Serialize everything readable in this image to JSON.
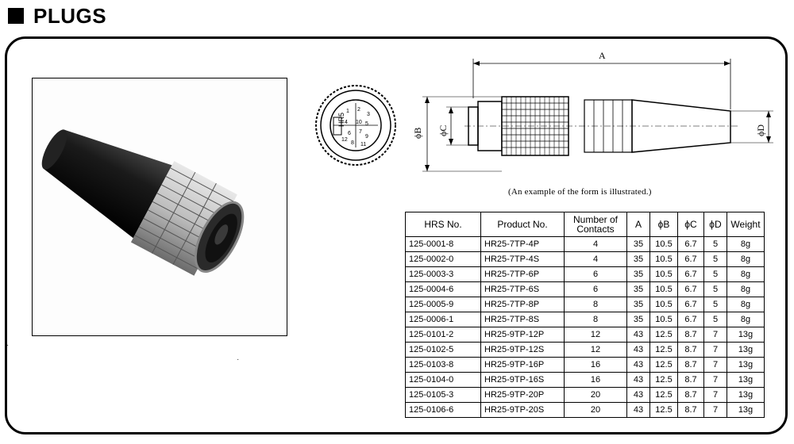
{
  "header": {
    "title": "PLUGS"
  },
  "drawing": {
    "label_a": "A",
    "label_b": "ϕB",
    "label_c": "ϕC",
    "label_d": "ϕD",
    "face_text": "HR5",
    "face_numbers": [
      "1",
      "2",
      "3",
      "4",
      "5",
      "6",
      "7",
      "8",
      "9",
      "10",
      "11",
      "12"
    ]
  },
  "caption": "(An example of the form is illustrated.)",
  "table": {
    "headers": [
      "HRS No.",
      "Product No.",
      "Number of Contacts",
      "A",
      "ϕB",
      "ϕC",
      "ϕD",
      "Weight"
    ],
    "rows": [
      [
        "125-0001-8",
        "HR25-7TP-4P",
        "4",
        "35",
        "10.5",
        "6.7",
        "5",
        "8g"
      ],
      [
        "125-0002-0",
        "HR25-7TP-4S",
        "4",
        "35",
        "10.5",
        "6.7",
        "5",
        "8g"
      ],
      [
        "125-0003-3",
        "HR25-7TP-6P",
        "6",
        "35",
        "10.5",
        "6.7",
        "5",
        "8g"
      ],
      [
        "125-0004-6",
        "HR25-7TP-6S",
        "6",
        "35",
        "10.5",
        "6.7",
        "5",
        "8g"
      ],
      [
        "125-0005-9",
        "HR25-7TP-8P",
        "8",
        "35",
        "10.5",
        "6.7",
        "5",
        "8g"
      ],
      [
        "125-0006-1",
        "HR25-7TP-8S",
        "8",
        "35",
        "10.5",
        "6.7",
        "5",
        "8g"
      ],
      [
        "125-0101-2",
        "HR25-9TP-12P",
        "12",
        "43",
        "12.5",
        "8.7",
        "7",
        "13g"
      ],
      [
        "125-0102-5",
        "HR25-9TP-12S",
        "12",
        "43",
        "12.5",
        "8.7",
        "7",
        "13g"
      ],
      [
        "125-0103-8",
        "HR25-9TP-16P",
        "16",
        "43",
        "12.5",
        "8.7",
        "7",
        "13g"
      ],
      [
        "125-0104-0",
        "HR25-9TP-16S",
        "16",
        "43",
        "12.5",
        "8.7",
        "7",
        "13g"
      ],
      [
        "125-0105-3",
        "HR25-9TP-20P",
        "20",
        "43",
        "12.5",
        "8.7",
        "7",
        "13g"
      ],
      [
        "125-0106-6",
        "HR25-9TP-20S",
        "20",
        "43",
        "12.5",
        "8.7",
        "7",
        "13g"
      ]
    ]
  }
}
